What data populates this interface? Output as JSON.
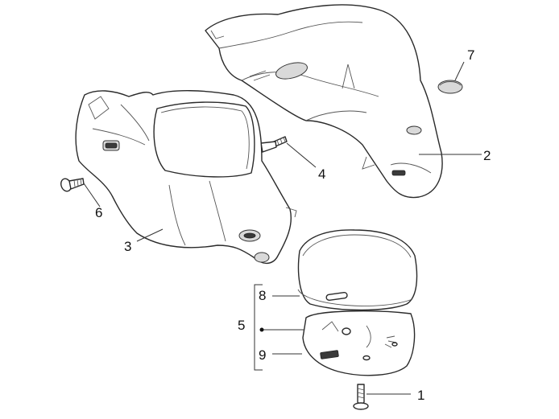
{
  "callouts": {
    "c1": "1",
    "c2": "2",
    "c3": "3",
    "c4": "4",
    "c5": "5",
    "c6": "6",
    "c7": "7",
    "c8": "8",
    "c9": "9"
  },
  "colors": {
    "line": "#2a2a2a",
    "fill": "#ffffff",
    "shade": "#d9d9d9"
  }
}
